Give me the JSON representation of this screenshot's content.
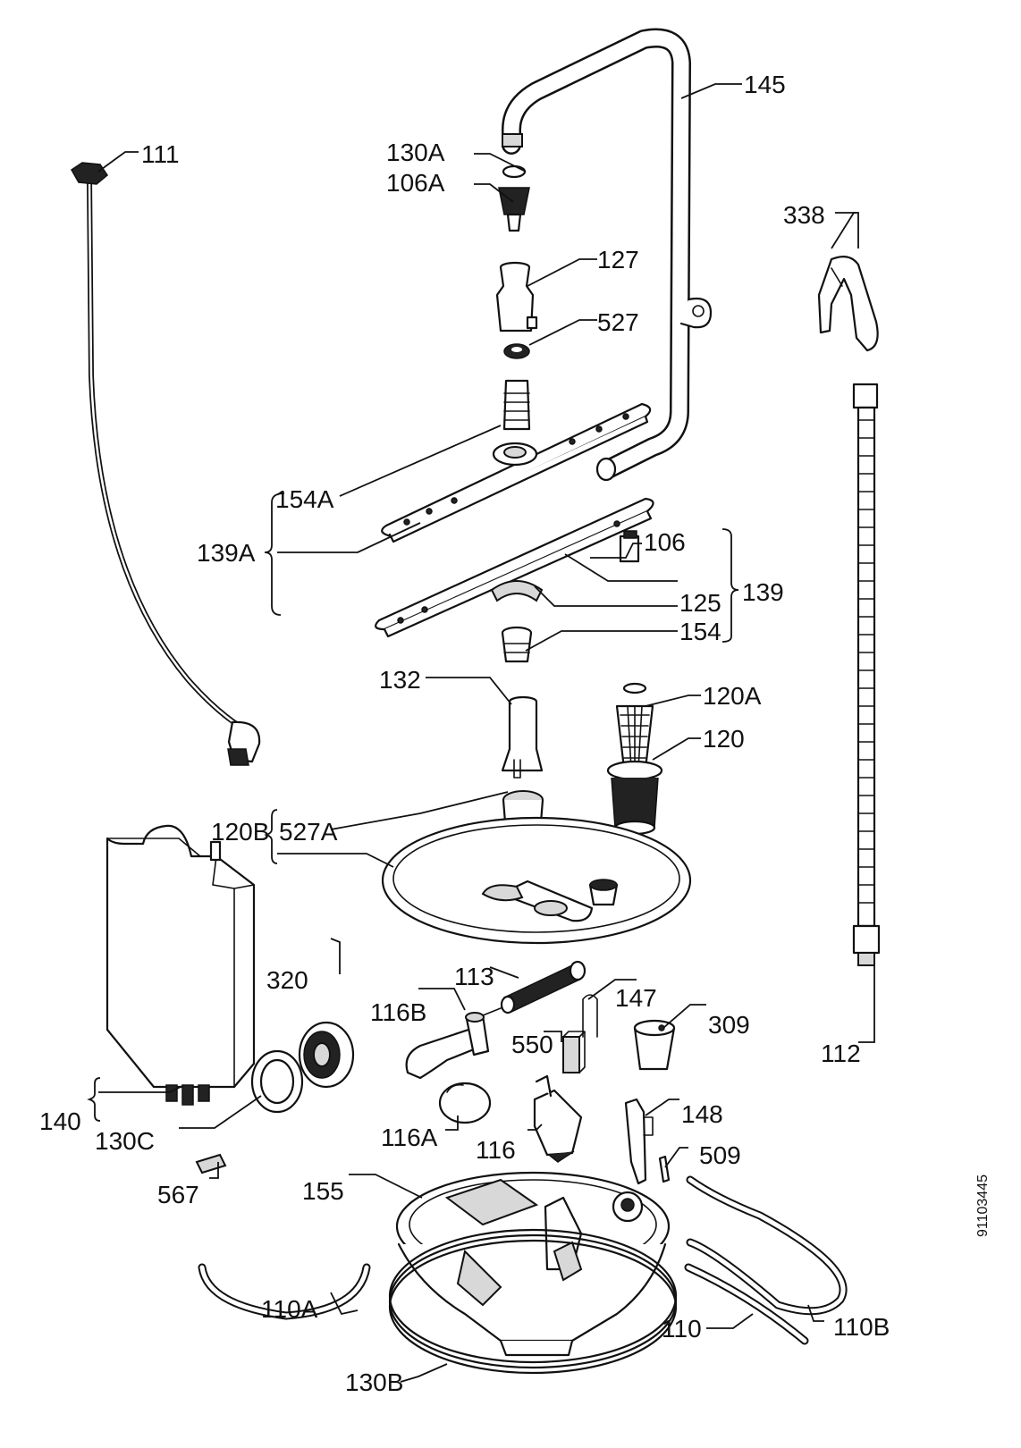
{
  "doc_number": "91103445",
  "parts": {
    "p145": "145",
    "p130A": "130A",
    "p106A": "106A",
    "p111": "111",
    "p338": "338",
    "p127": "127",
    "p527": "527",
    "p154A": "154A",
    "p139A": "139A",
    "p106": "106",
    "p139": "139",
    "p125": "125",
    "p154": "154",
    "p132": "132",
    "p120A": "120A",
    "p120": "120",
    "p120B": "120B",
    "p527A": "527A",
    "p113": "113",
    "p320": "320",
    "p116B": "116B",
    "p147": "147",
    "p309": "309",
    "p550": "550",
    "p112": "112",
    "p140": "140",
    "p130C": "130C",
    "p116A": "116A",
    "p116": "116",
    "p148": "148",
    "p509": "509",
    "p567": "567",
    "p155": "155",
    "p110A": "110A",
    "p110": "110",
    "p110B": "110B",
    "p130B": "130B"
  }
}
